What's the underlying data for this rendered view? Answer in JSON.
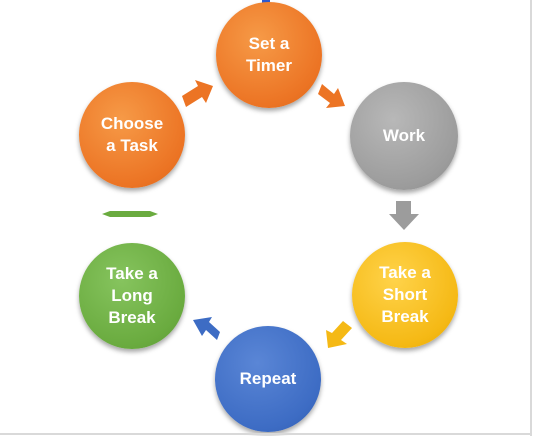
{
  "diagram": {
    "steps": [
      {
        "id": "set-timer",
        "label": "Set a\nTimer",
        "color": "#ec7424"
      },
      {
        "id": "work",
        "label": "Work",
        "color": "#9c9c9c"
      },
      {
        "id": "short-break",
        "label": "Take a\nShort\nBreak",
        "color": "#f5b915"
      },
      {
        "id": "repeat",
        "label": "Repeat",
        "color": "#3d6cc4"
      },
      {
        "id": "long-break",
        "label": "Take a\nLong\nBreak",
        "color": "#6aab3f"
      },
      {
        "id": "choose-task",
        "label": "Choose\na Task",
        "color": "#ec7424"
      }
    ],
    "arrow_colors": {
      "timer_to_work": "#ec7424",
      "work_to_short": "#9c9c9c",
      "short_to_repeat": "#f5b915",
      "repeat_to_long": "#3d6cc4",
      "long_to_choose": "#6aab3f",
      "choose_to_timer": "#ec7424"
    }
  }
}
